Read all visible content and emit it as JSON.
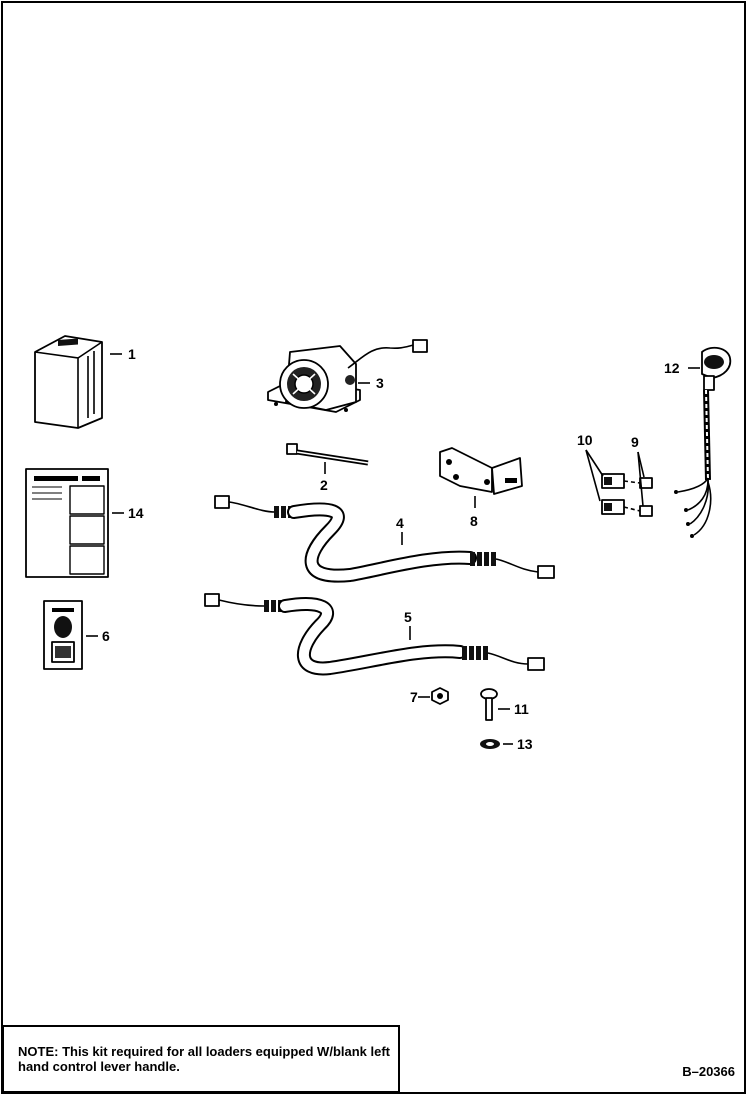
{
  "callouts": {
    "c1": "1",
    "c2": "2",
    "c3": "3",
    "c4": "4",
    "c5": "5",
    "c6": "6",
    "c7": "7",
    "c8": "8",
    "c9": "9",
    "c10": "10",
    "c11": "11",
    "c12": "12",
    "c13": "13",
    "c14": "14"
  },
  "note": {
    "label": "NOTE:",
    "text": " This kit required for all loaders equipped W/blank left hand control lever handle."
  },
  "drawing_number": "B–20366"
}
